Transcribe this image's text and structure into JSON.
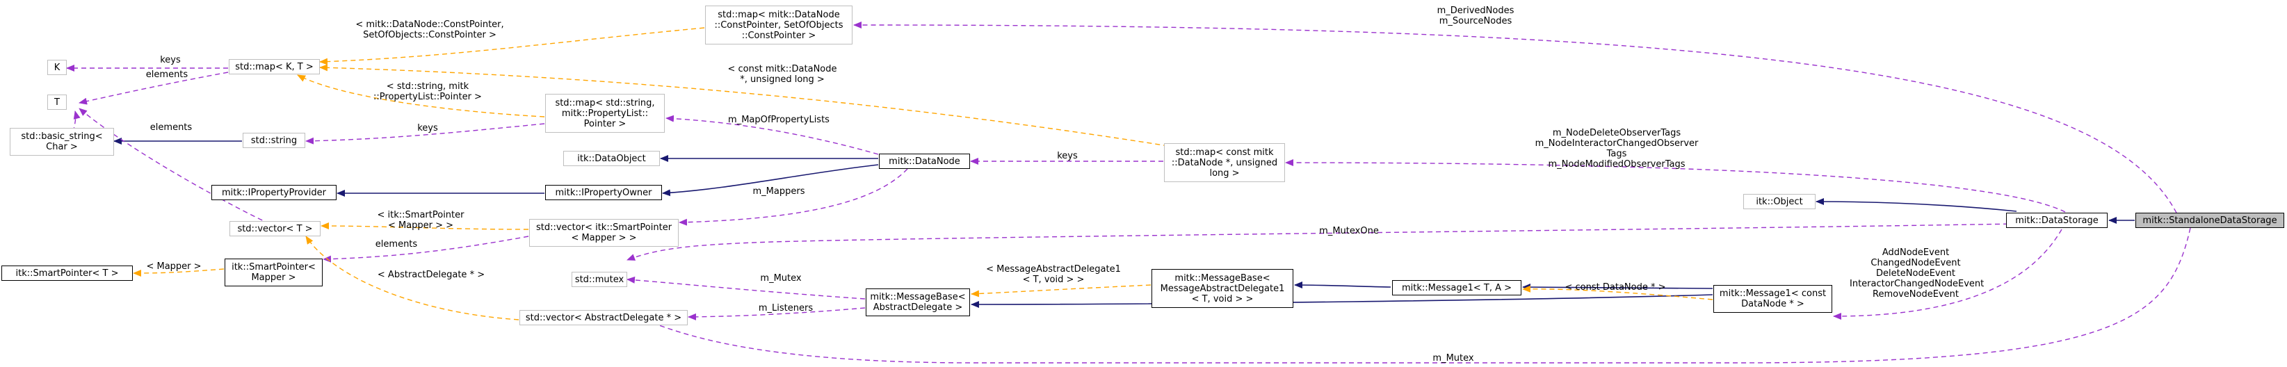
{
  "nodes": {
    "standalone": "mitk::StandaloneDataStorage",
    "datastorage": "mitk::DataStorage",
    "itk_object": "itk::Object",
    "message1_const": [
      "mitk::Message1< const",
      "DataNode * >"
    ],
    "message1_ta": "mitk::Message1< T, A >",
    "messagebase_delegate1": [
      "mitk::MessageBase<",
      "MessageAbstractDelegate1",
      "< T, void > >"
    ],
    "messagebase_abstract": [
      "mitk::MessageBase<",
      "AbstractDelegate >"
    ],
    "std_mutex": "std::mutex",
    "vector_abstractdelegate": "std::vector< AbstractDelegate * >",
    "map_sourcenodes": [
      "std::map< mitk::DataNode",
      "::ConstPointer, SetOfObjects",
      "::ConstPointer >"
    ],
    "map_observertags": [
      "std::map< const mitk",
      "::DataNode *, unsigned",
      "long >"
    ],
    "datanode": "mitk::DataNode",
    "itk_dataobject": "itk::DataObject",
    "ipropertyowner": "mitk::IPropertyOwner",
    "ipropertyprovider": "mitk::IPropertyProvider",
    "map_propertylists": [
      "std::map< std::string,",
      "mitk::PropertyList::",
      "Pointer >"
    ],
    "std_string": "std::string",
    "basic_string": [
      "std::basic_string<",
      "Char >"
    ],
    "map_kt": "std::map< K, T >",
    "k": "K",
    "t": "T",
    "vector_t": "std::vector< T >",
    "vector_smartpointer": [
      "std::vector< itk::SmartPointer",
      "< Mapper > >"
    ],
    "smartpointer_mapper": [
      "itk::SmartPointer<",
      "Mapper >"
    ],
    "smartpointer_t": "itk::SmartPointer< T >"
  },
  "edge_labels": {
    "derived_source": [
      "m_DerivedNodes",
      "m_SourceNodes"
    ],
    "observer_tags": [
      "m_NodeDeleteObserverTags",
      "m_NodeInteractorChangedObserver",
      "Tags",
      "m_NodeModifiedObserverTags"
    ],
    "node_events": [
      "AddNodeEvent",
      "ChangedNodeEvent",
      "DeleteNodeEvent",
      "InteractorChangedNodeEvent",
      "RemoveNodeEvent"
    ],
    "mutex_one": "m_MutexOne",
    "mutex_bottom": "m_Mutex",
    "mutex_mid": "m_Mutex",
    "listeners": "m_Listeners",
    "const_datanode": "< const DataNode * >",
    "msg_abstract_delegate1": [
      "< MessageAbstractDelegate1",
      "< T, void > >"
    ],
    "keys_datanode": "keys",
    "map_of_property_lists": "m_MapOfPropertyLists",
    "mappers": "m_Mappers",
    "const_datanode_ulong": [
      "< const mitk::DataNode",
      "*, unsigned long >"
    ],
    "datanode_constpointer": [
      "< mitk::DataNode::ConstPointer,",
      "SetOfObjects::ConstPointer >"
    ],
    "keys_k": "keys",
    "elements_k": "elements",
    "string_propertylist": [
      "< std::string, mitk",
      "::PropertyList::Pointer >"
    ],
    "keys_string": "keys",
    "elements_basic": "elements",
    "smartpointer_mapper_tpl": [
      "< itk::SmartPointer",
      "< Mapper > >"
    ],
    "elements_vector": "elements",
    "abstract_delegate_tpl": "< AbstractDelegate * >",
    "mapper_tpl": "< Mapper >"
  },
  "colors": {
    "inheritance": "#191970",
    "usage": "#9a32cd",
    "template": "#ffa500",
    "selected_fill": "#bfbfbf",
    "faded_border": "#bfbfbf"
  }
}
